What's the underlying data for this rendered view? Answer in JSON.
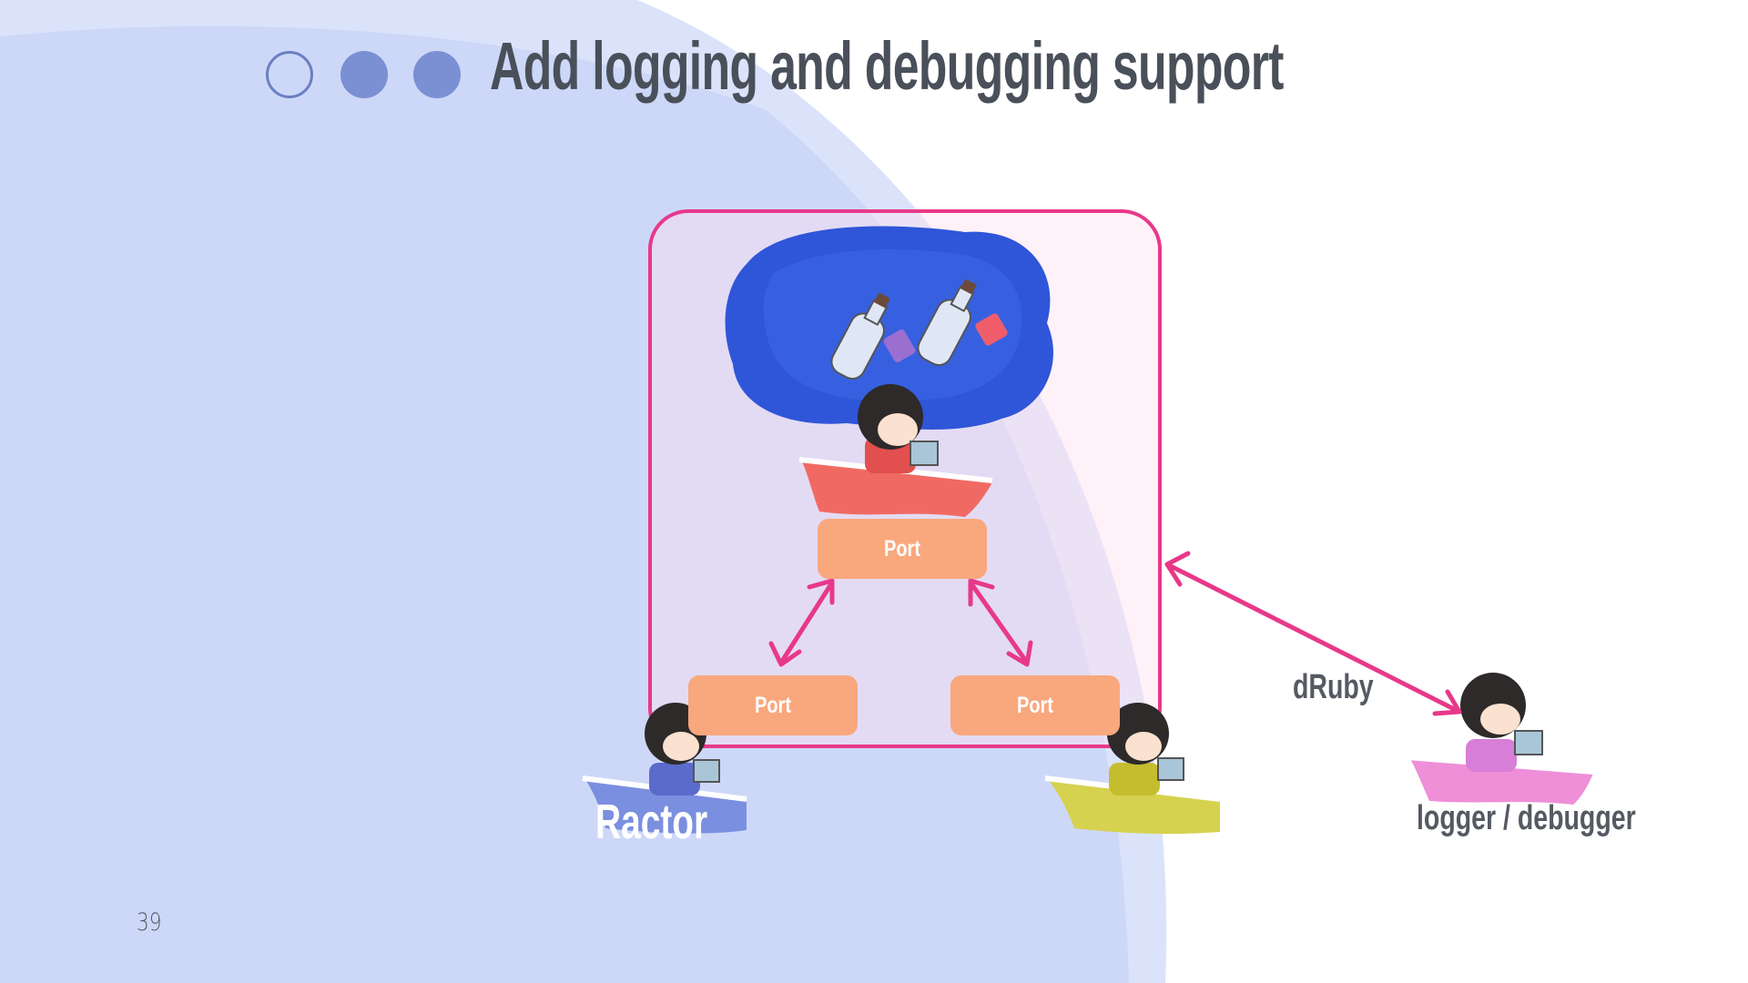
{
  "slide": {
    "title": "Add logging and debugging support",
    "page_number": "39"
  },
  "diagram": {
    "ports": {
      "main": "Port",
      "left": "Port",
      "right": "Port"
    },
    "ractor_label": "Ractor",
    "connection_label": "dRuby",
    "external_label": "logger / debugger"
  },
  "colors": {
    "accent_pink": "#e8388a",
    "port_fill": "#f9a77d",
    "title": "#4a505a",
    "bg_blue": "#cdd8f8",
    "bg_blue_light": "#dbe3fb",
    "dot_blue": "#7b90d3"
  }
}
